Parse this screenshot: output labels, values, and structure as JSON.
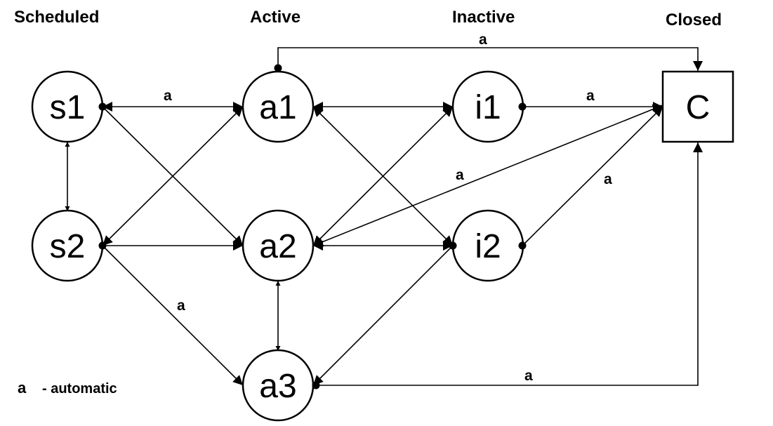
{
  "headers": {
    "scheduled": "Scheduled",
    "active": "Active",
    "inactive": "Inactive",
    "closed": "Closed"
  },
  "nodes": [
    {
      "id": "s1",
      "label": "s1",
      "shape": "circle"
    },
    {
      "id": "s2",
      "label": "s2",
      "shape": "circle"
    },
    {
      "id": "a1",
      "label": "a1",
      "shape": "circle"
    },
    {
      "id": "a2",
      "label": "a2",
      "shape": "circle"
    },
    {
      "id": "a3",
      "label": "a3",
      "shape": "circle"
    },
    {
      "id": "i1",
      "label": "i1",
      "shape": "circle"
    },
    {
      "id": "i2",
      "label": "i2",
      "shape": "circle"
    },
    {
      "id": "C",
      "label": "C",
      "shape": "box"
    }
  ],
  "edges": [
    {
      "from": "s1",
      "to": "a1",
      "label": "a"
    },
    {
      "from": "a1",
      "to": "C",
      "label": "a"
    },
    {
      "from": "i1",
      "to": "C",
      "label": "a"
    },
    {
      "from": "a2",
      "to": "C",
      "label": "a"
    },
    {
      "from": "i2",
      "to": "C",
      "label": "a"
    },
    {
      "from": "s2",
      "to": "a3",
      "label": "a"
    },
    {
      "from": "a3",
      "to": "C",
      "label": "a"
    }
  ],
  "legend": {
    "symbol": "a",
    "text": "- automatic"
  }
}
